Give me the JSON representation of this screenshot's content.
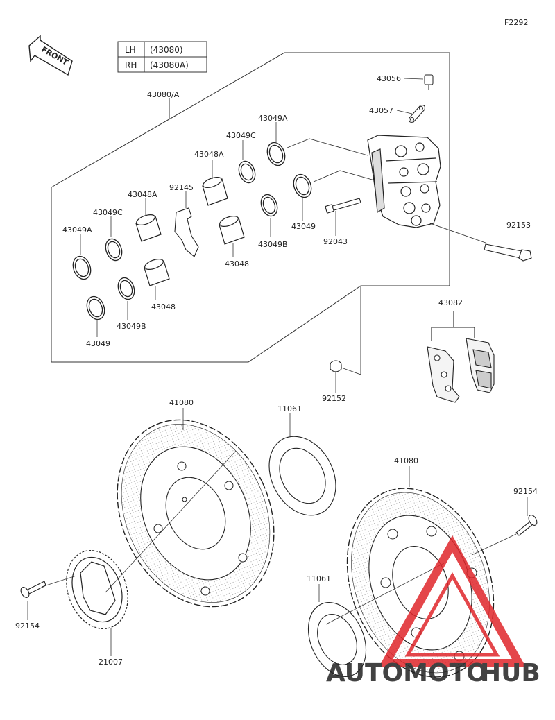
{
  "figure_id": "F2292",
  "front_label": "FRONT",
  "side_table": [
    {
      "side": "LH",
      "code": "(43080)"
    },
    {
      "side": "RH",
      "code": "(43080A)"
    }
  ],
  "parts": {
    "caliper_assy": "43080/A",
    "bleeder": "43056",
    "bleeder_cap": "43057",
    "seal_a_top": "43049A",
    "seal_c_top": "43049C",
    "piston_a_top": "43048A",
    "pad_spring": "92145",
    "piston_a_left": "43048A",
    "seal_c_left": "43049C",
    "seal_a_left": "43049A",
    "seal_top_right": "43049",
    "seal_b_mid": "43049B",
    "piston_mid": "43048",
    "pin": "92043",
    "bolt": "92153",
    "piston_low": "43048",
    "seal_b_low": "43049B",
    "seal_low": "43049",
    "pad_set": "43082",
    "cap": "92152",
    "disc_left": "41080",
    "shim_left": "11061",
    "disc_right": "41080",
    "screw_right": "92154",
    "shim_right": "11061",
    "screw_left": "92154",
    "rotor_abs": "21007"
  },
  "watermark": {
    "part1": "AUTOMOTO",
    "part2": "HUB",
    "color_red": "#e0262b",
    "color_yellow": "#f2b417"
  }
}
